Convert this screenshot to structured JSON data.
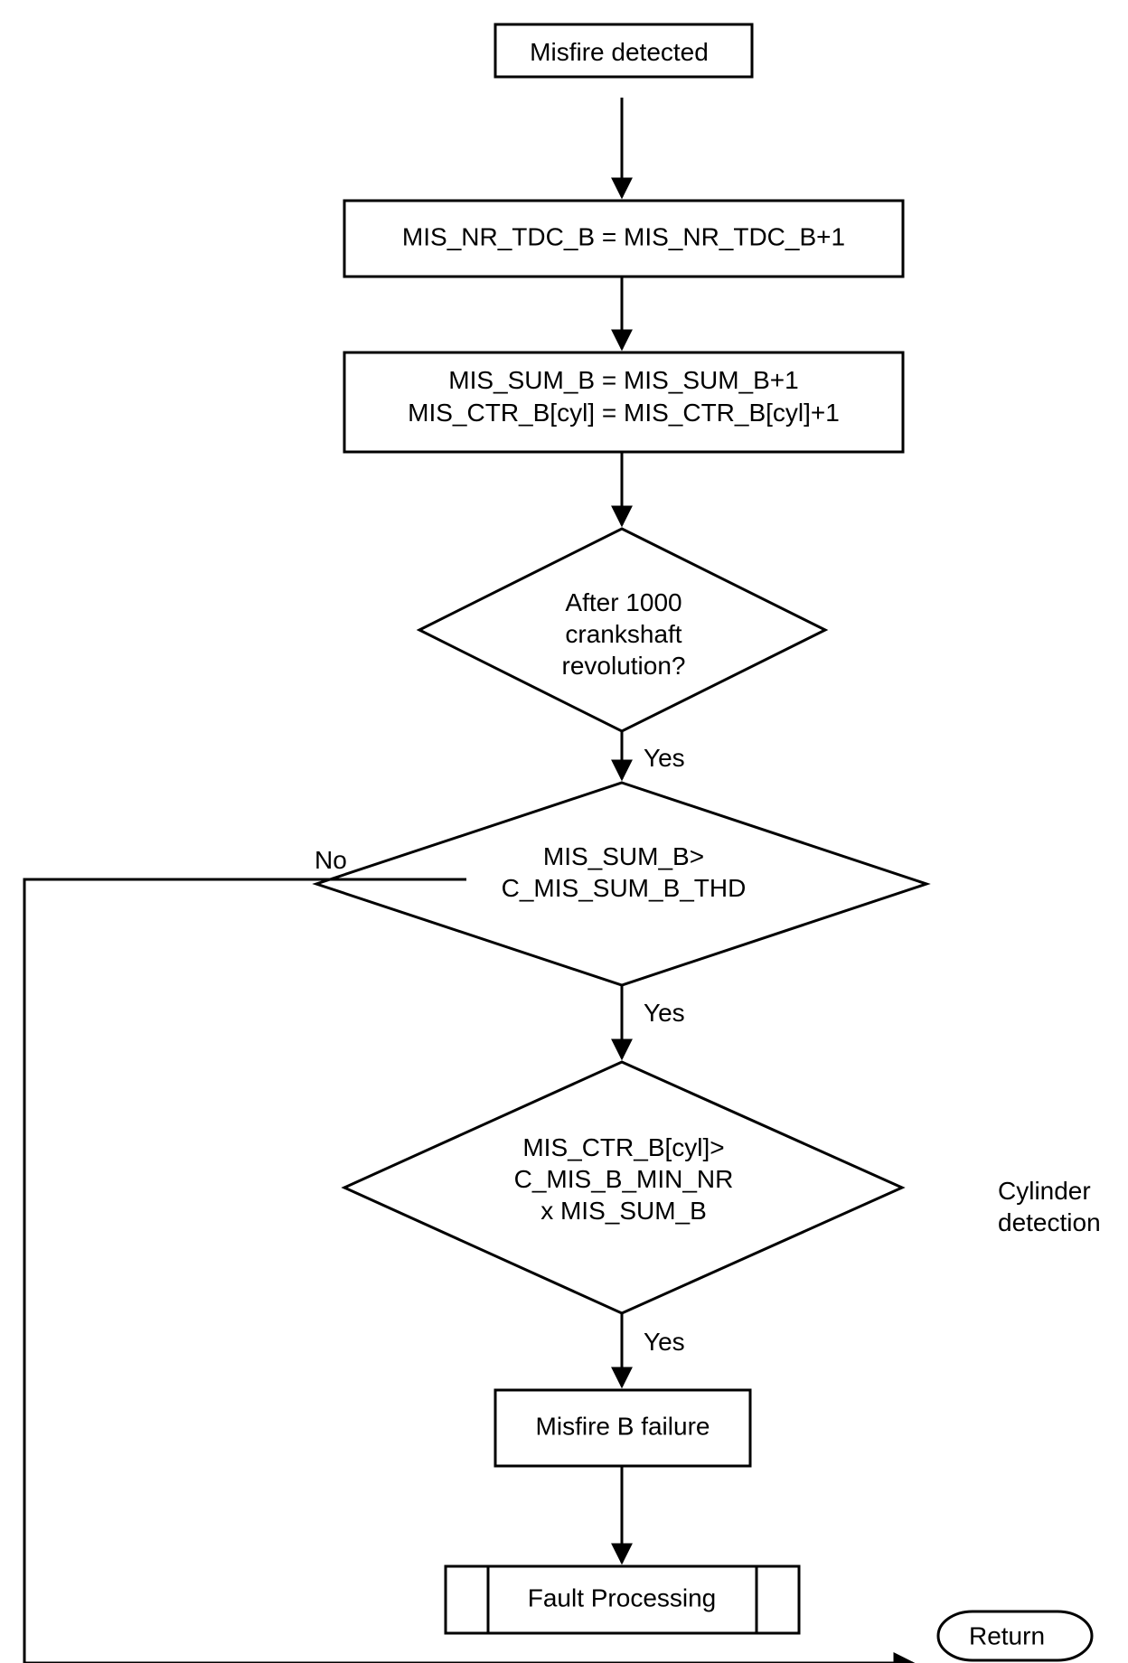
{
  "nodes": {
    "start": {
      "label": "Misfire detected"
    },
    "increment_tdc": {
      "label": "MIS_NR_TDC_B = MIS_NR_TDC_B+1"
    },
    "increment_sum": {
      "lines": [
        "MIS_SUM_B = MIS_SUM_B+1",
        "MIS_CTR_B[cyl] = MIS_CTR_B[cyl]+1"
      ]
    },
    "decision_revolutions": {
      "lines": [
        "After 1000",
        "crankshaft",
        "revolution?"
      ]
    },
    "decision_sum_threshold": {
      "lines": [
        "MIS_SUM_B>",
        "C_MIS_SUM_B_THD"
      ]
    },
    "decision_cylinder": {
      "lines": [
        "MIS_CTR_B[cyl]>",
        "C_MIS_B_MIN_NR",
        "x MIS_SUM_B"
      ]
    },
    "failure": {
      "label": "Misfire B failure"
    },
    "fault_processing": {
      "label": "Fault Processing"
    },
    "return": {
      "label": "Return"
    }
  },
  "edge_labels": {
    "yes_1": "Yes",
    "yes_2": "Yes",
    "yes_3": "Yes",
    "no": "No"
  },
  "annotation": {
    "lines": [
      "Cylinder",
      "detection"
    ]
  }
}
